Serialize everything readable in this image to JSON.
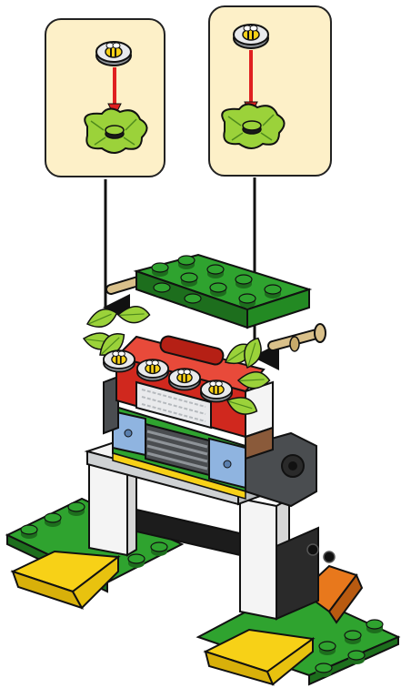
{
  "scene": {
    "kind": "building-instruction-step",
    "palette": {
      "callout_bg": "#fdf0c8",
      "outline": "#1a1a1a",
      "brick_green": "#2fa32f",
      "leaf_green": "#9bd23a",
      "bright_yellow": "#f7d117",
      "red": "#d0281e",
      "medium_blue": "#8fb4e0",
      "light_grey": "#b5b9bd",
      "dark_grey": "#4a4d50",
      "white": "#f4f4f4",
      "orange": "#e8781c",
      "tan": "#d9c08a",
      "arrow_red": "#e02020"
    },
    "callouts": [
      {
        "id": "left",
        "part_top": "round-tile-bee",
        "part_bottom": "leaf-plate",
        "arrow": "arrow-down-red"
      },
      {
        "id": "right",
        "part_top": "round-tile-bee",
        "part_bottom": "leaf-plate",
        "arrow": "arrow-down-red"
      }
    ],
    "icons": [
      "bee-icon",
      "leaf-icon",
      "arrow-down-icon"
    ]
  }
}
